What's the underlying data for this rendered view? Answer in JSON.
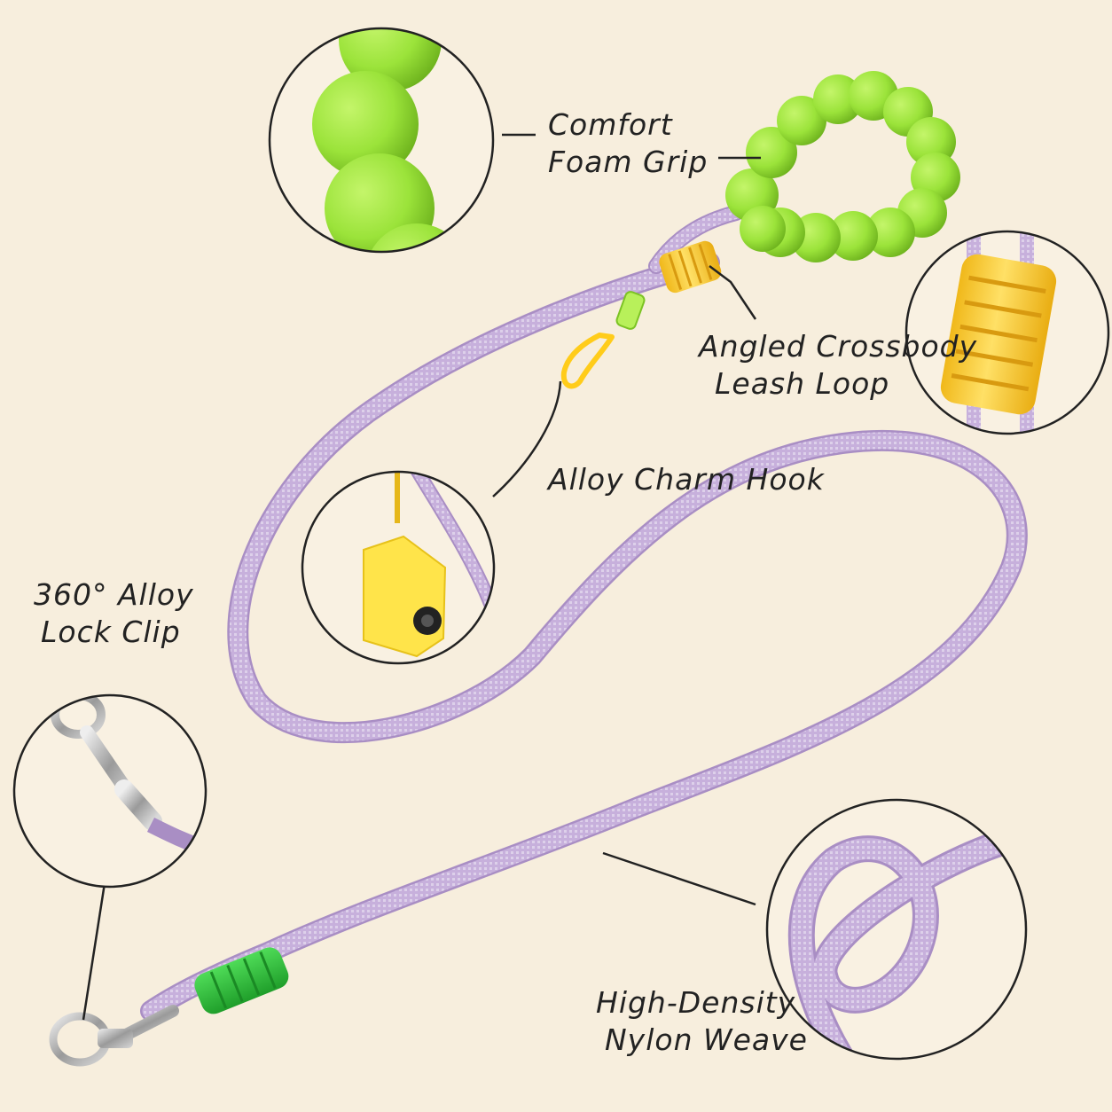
{
  "background": "#f7eedd",
  "colors": {
    "rope": "#c8b0dc",
    "rope_dark": "#a98ec4",
    "grip": "#9be33a",
    "grip_dark": "#74bf22",
    "sleeve": "#ffd23a",
    "end_sleeve": "#2fc43c",
    "metal": "#b8b8b8",
    "ink": "#222222"
  },
  "callouts": {
    "comfort_grip": {
      "line1": "Comfort",
      "line2": "Foam Grip",
      "icon": "foam-grip-closeup"
    },
    "crossbody_loop": {
      "line1": "Angled Crossbody",
      "line2": "Leash Loop",
      "icon": "yellow-sleeve-closeup"
    },
    "charm_hook": {
      "line1": "Alloy Charm Hook",
      "icon": "poop-bag-holder-closeup"
    },
    "lock_clip": {
      "line1": "360° Alloy",
      "line2": "Lock Clip",
      "icon": "snap-clip-closeup"
    },
    "nylon_weave": {
      "line1": "High-Density",
      "line2": "Nylon Weave",
      "icon": "rope-loop-closeup"
    }
  }
}
